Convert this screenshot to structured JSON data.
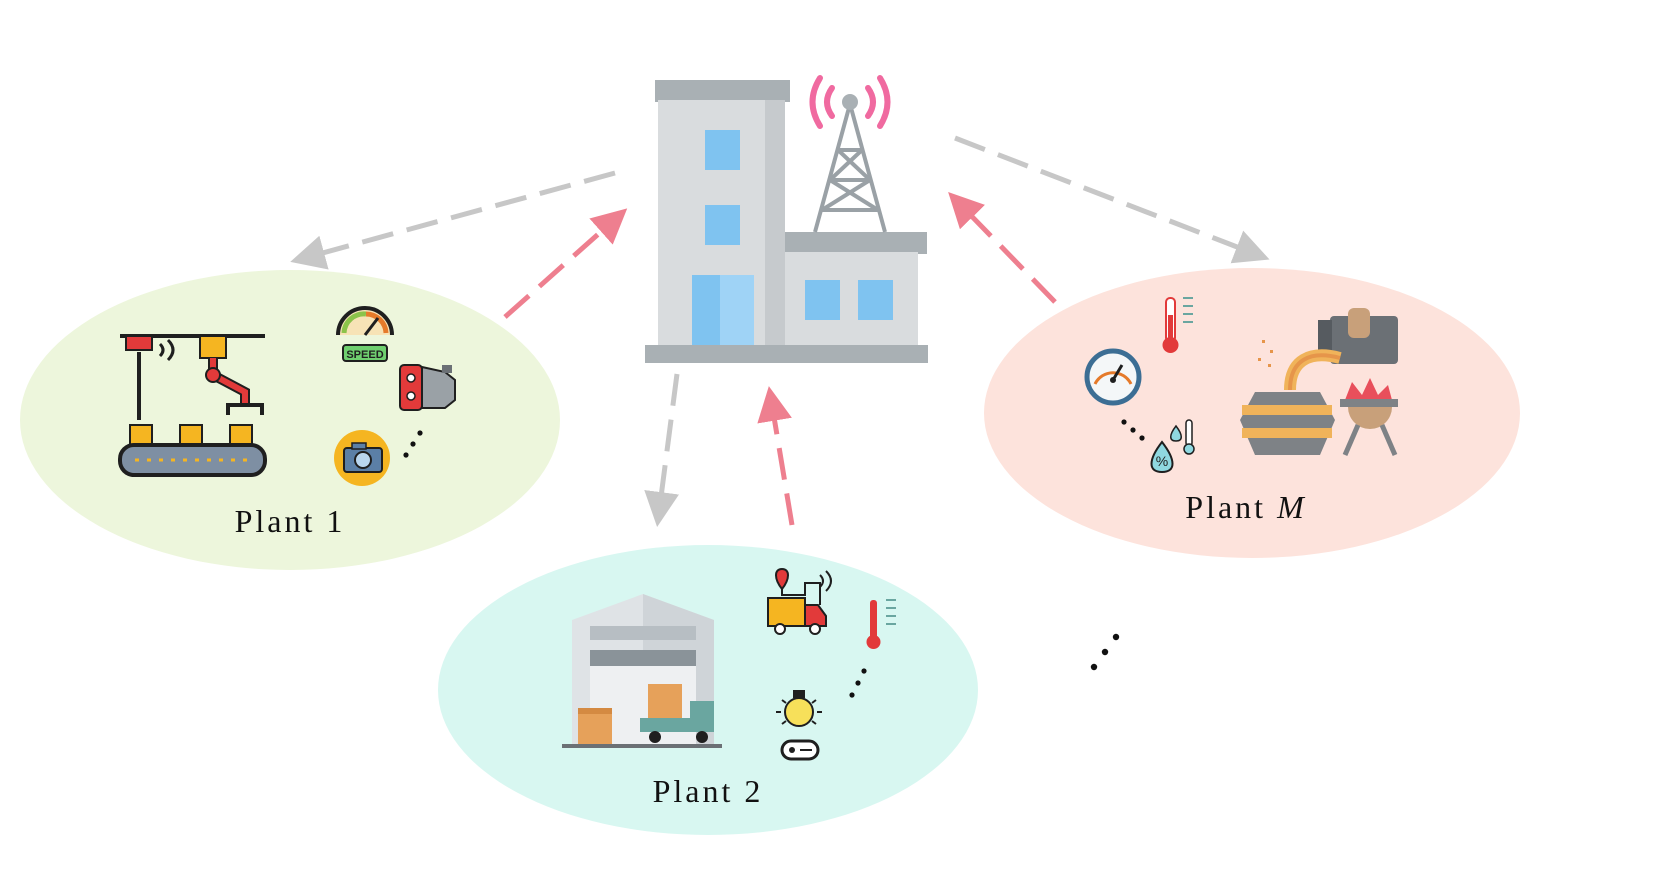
{
  "plants": [
    {
      "label": "Plant 1",
      "var": "",
      "fill": "#edf6dc"
    },
    {
      "label": "Plant 2",
      "var": "",
      "fill": "#d8f7f1"
    },
    {
      "label": "Plant ",
      "var": "M",
      "fill": "#fde3dc"
    }
  ],
  "speed_gauge_text": "SPEED",
  "colors": {
    "downlink_arrow": "#c7c7c7",
    "uplink_arrow": "#ee7f8f",
    "building": "#d9dcde",
    "building_roof": "#a9b0b4",
    "window": "#7fc3f0",
    "antenna": "#a9b0b4",
    "signal": "#f06aa0"
  },
  "icons": {
    "central": [
      "server-building-icon",
      "antenna-tower-icon"
    ],
    "plant_1": [
      "robot-arm-conveyor-icon",
      "speedometer-icon",
      "motor-icon",
      "camera-icon"
    ],
    "plant_2": [
      "warehouse-icon",
      "gps-truck-icon",
      "thermometer-icon",
      "smart-bulb-icon"
    ],
    "plant_m": [
      "thermometer-icon",
      "pressure-gauge-icon",
      "humidity-icon",
      "furnace-crucible-icon"
    ]
  }
}
